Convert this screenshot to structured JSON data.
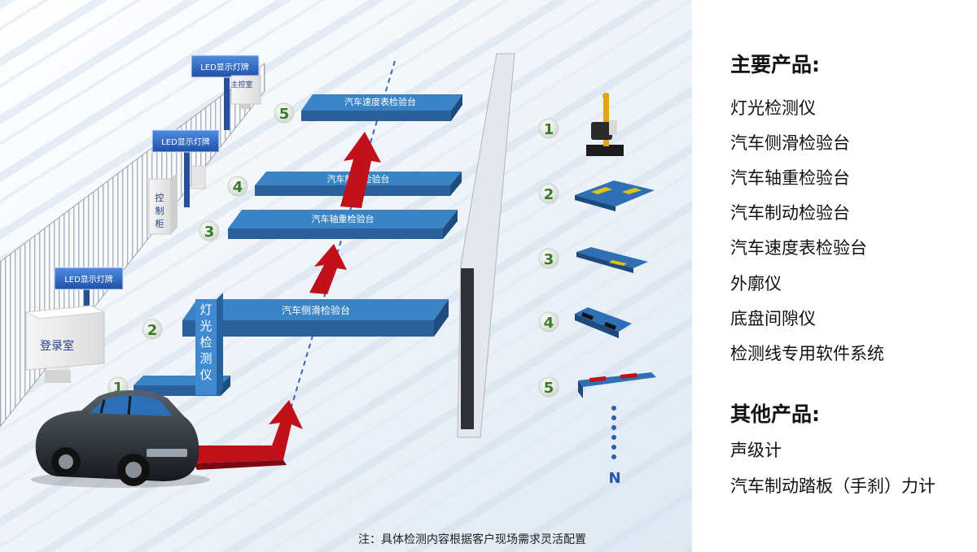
{
  "diagram": {
    "led_label": "LED显示灯牌",
    "main_control_room": "主控室",
    "control_cabinet": "控制柜",
    "login_room": "登录室",
    "light_tester_vertical": "灯光检测仪",
    "platforms": [
      {
        "label": "汽车速度表检验台"
      },
      {
        "label": "汽车制动检验台"
      },
      {
        "label": "汽车轴重检验台"
      },
      {
        "label": "汽车侧滑检验台"
      }
    ],
    "step_numbers": [
      "1",
      "2",
      "3",
      "4",
      "5"
    ],
    "end_label": "N",
    "note": "注：具体检测内容根据客户现场需求灵活配置"
  },
  "sidebar": {
    "main_title": "主要产品:",
    "main_products": [
      "灯光检测仪",
      "汽车侧滑检验台",
      "汽车轴重检验台",
      "汽车制动检验台",
      "汽车速度表检验台",
      "外廓仪",
      "底盘间隙仪",
      "检测线专用软件系统"
    ],
    "other_title": "其他产品:",
    "other_products": [
      "声级计",
      "汽车制动踏板（手刹）力计"
    ]
  },
  "colors": {
    "platform_top": "#3a84c6",
    "platform_front": "#2a5f9a",
    "arrow_red": "#c0101a",
    "number_green": "#3a7a2a",
    "led_blue": "#2a62c0",
    "text_dark": "#111111"
  }
}
